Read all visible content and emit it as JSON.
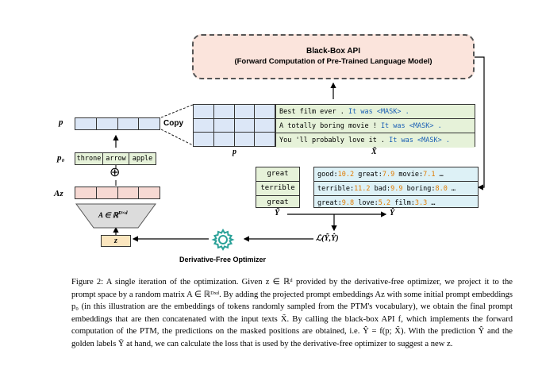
{
  "api": {
    "title": "Black-Box API",
    "subtitle": "(Forward Computation of Pre-Trained Language Model)"
  },
  "labels": {
    "p": "p",
    "p0": "p₀",
    "az": "Az",
    "matrix": "A ∈ ℝ",
    "matrix_sup": "D×d",
    "z": "z",
    "copy": "Copy",
    "p_under": "p",
    "x_tilde": "X̃",
    "y_tilde": "Ỹ",
    "y_hat": "Ŷ",
    "loss": "ℒ(Ỹ,Ŷ)",
    "optimizer": "Derivative-Free Optimizer",
    "plus": "⊕"
  },
  "tokens": [
    "throne",
    "arrow",
    "apple"
  ],
  "inputs": [
    {
      "text": "Best film ever . ",
      "prompt": "It was <MASK> ."
    },
    {
      "text": "A totally boring movie ! ",
      "prompt": "It was <MASK> ."
    },
    {
      "text": "You 'll probably love it . ",
      "prompt": "It was <MASK> ."
    }
  ],
  "gold_labels": [
    "great",
    "terrible",
    "great"
  ],
  "predictions": [
    [
      {
        "w": "good:",
        "v": "10.2"
      },
      {
        "w": " great:",
        "v": "7.9"
      },
      {
        "w": " movie:",
        "v": "7.1"
      },
      {
        "w": " …",
        "v": ""
      }
    ],
    [
      {
        "w": "terrible:",
        "v": "11.2"
      },
      {
        "w": " bad:",
        "v": "9.9"
      },
      {
        "w": " boring:",
        "v": "8.0"
      },
      {
        "w": " …",
        "v": ""
      }
    ],
    [
      {
        "w": "great:",
        "v": "9.8"
      },
      {
        "w": " love:",
        "v": "5.2"
      },
      {
        "w": " film:",
        "v": "3.3"
      },
      {
        "w": " …",
        "v": ""
      }
    ]
  ],
  "caption": "Figure 2: A single iteration of the optimization. Given z ∈ ℝᵈ provided by the derivative-free optimizer, we project it to the prompt space by a random matrix A ∈ ℝᴰˣᵈ. By adding the projected prompt embeddings Az with some initial prompt embeddings p₀ (in this illustration are the embeddings of tokens randomly sampled from the PTM's vocabulary), we obtain the final prompt embeddings that are then concatenated with the input texts X̃. By calling the black-box API f, which implements the forward computation of the PTM, the predictions on the masked positions are obtained, i.e. Ŷ = f(p; X̃). With the prediction Ŷ and the golden labels Ỹ at hand, we can calculate the loss that is used by the derivative-free optimizer to suggest a new z.",
  "colors": {
    "api_fill": "#fbe4dc",
    "prompt_blue": "#dce7f7",
    "az_pink": "#f7d9d3",
    "token_green": "#e6f2d9",
    "pred_cyan": "#ddf1f6",
    "z_yellow": "#fbe6bf",
    "gear_teal": "#2aa198",
    "mask_blue": "#1a5fb4",
    "score_orange": "#e07b00"
  }
}
